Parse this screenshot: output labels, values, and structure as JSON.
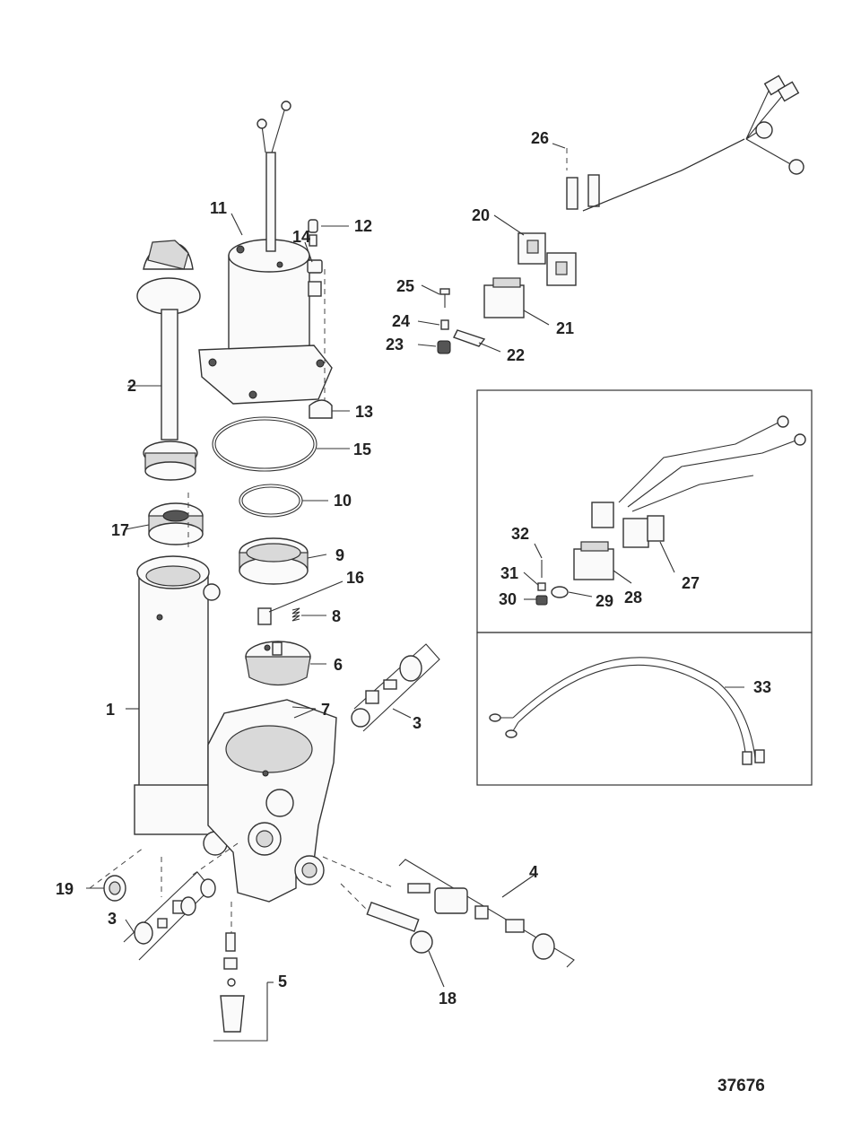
{
  "figure_number": "37676",
  "callouts": [
    "1",
    "2",
    "3",
    "3",
    "4",
    "5",
    "6",
    "7",
    "8",
    "9",
    "10",
    "11",
    "12",
    "13",
    "14",
    "15",
    "16",
    "17",
    "18",
    "19",
    "20",
    "21",
    "22",
    "23",
    "24",
    "25",
    "26",
    "27",
    "28",
    "29",
    "30",
    "31",
    "32",
    "33"
  ],
  "inset_panels": [
    {
      "name": "alternate-harness-panel",
      "callouts": [
        "27",
        "28",
        "29",
        "30",
        "31",
        "32"
      ]
    },
    {
      "name": "harness-cable-panel",
      "callouts": [
        "33"
      ]
    }
  ]
}
